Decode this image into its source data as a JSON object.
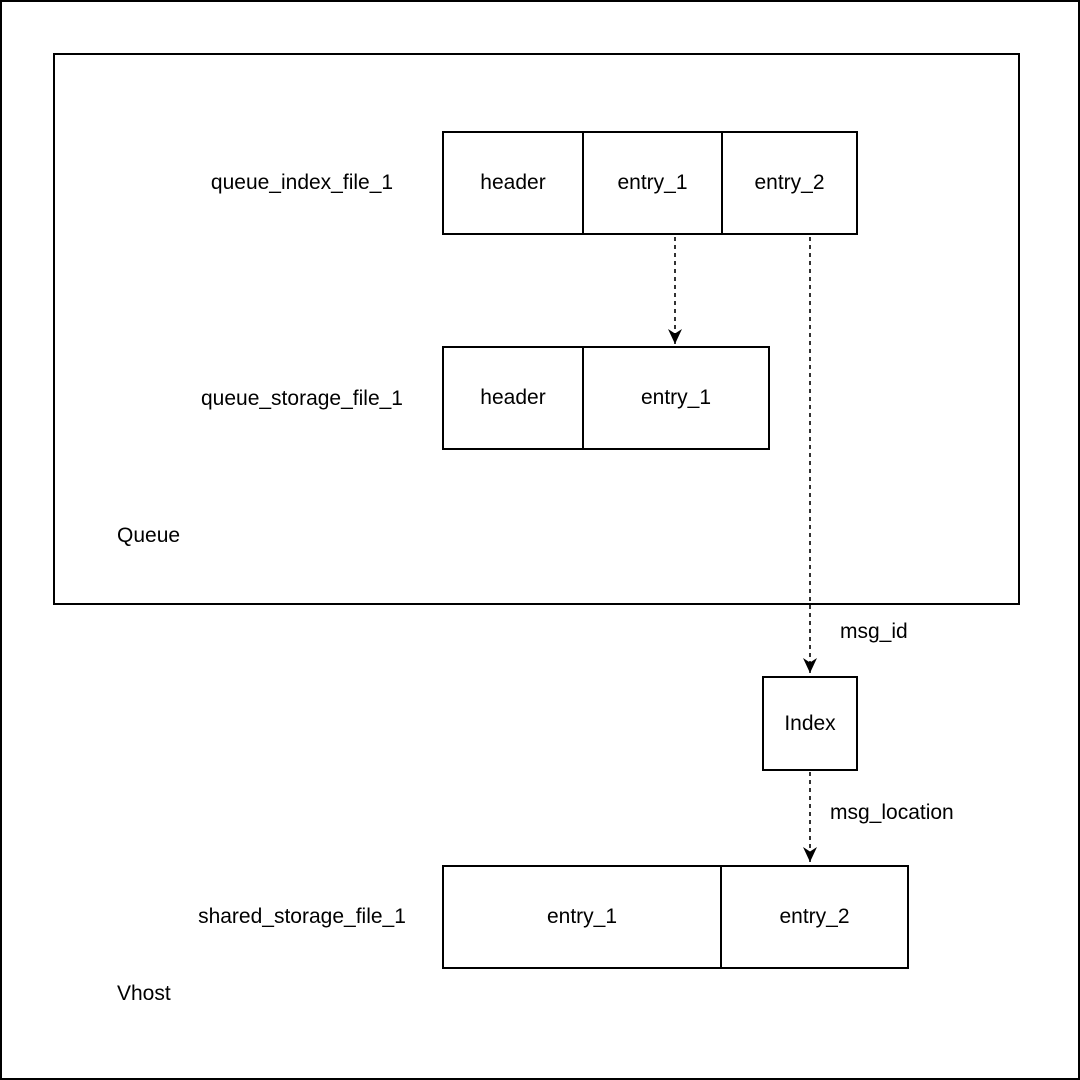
{
  "diagram": {
    "colors": {
      "background": "#ffffff",
      "stroke": "#000000",
      "text": "#000000"
    },
    "groups": {
      "queue": {
        "label": "Queue"
      },
      "vhost": {
        "label": "Vhost"
      }
    },
    "nodes": {
      "queue_index_file": {
        "label": "queue_index_file_1",
        "cells": [
          "header",
          "entry_1",
          "entry_2"
        ]
      },
      "queue_storage_file": {
        "label": "queue_storage_file_1",
        "cells": [
          "header",
          "entry_1"
        ]
      },
      "index": {
        "label": "Index"
      },
      "shared_storage_file": {
        "label": "shared_storage_file_1",
        "cells": [
          "entry_1",
          "entry_2"
        ]
      }
    },
    "edges": {
      "index_entry1_to_storage_entry1": {
        "from": "queue_index_file_1.entry_1",
        "to": "queue_storage_file_1.entry_1",
        "label": "",
        "style": "dashed-arrow"
      },
      "index_entry2_to_index_node": {
        "from": "queue_index_file_1.entry_2",
        "to": "Index",
        "label": "msg_id",
        "style": "dashed-arrow"
      },
      "index_node_to_shared_entry2": {
        "from": "Index",
        "to": "shared_storage_file_1.entry_2",
        "label": "msg_location",
        "style": "dashed-arrow"
      }
    }
  }
}
